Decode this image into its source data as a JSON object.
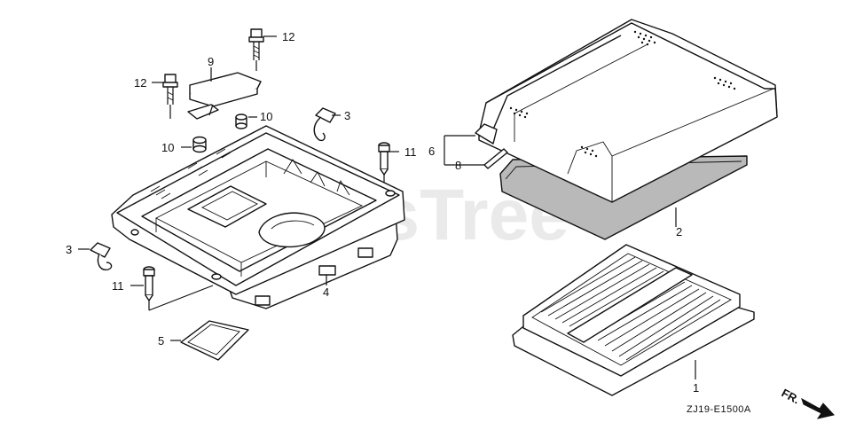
{
  "watermark": "PartsTree",
  "diagram_code": "ZJ19-E1500A",
  "direction_label": "FR.",
  "callouts": [
    {
      "id": "c12a",
      "text": "12"
    },
    {
      "id": "c9",
      "text": "9"
    },
    {
      "id": "c12b",
      "text": "12"
    },
    {
      "id": "c10a",
      "text": "10"
    },
    {
      "id": "c10b",
      "text": "10"
    },
    {
      "id": "c3a",
      "text": "3"
    },
    {
      "id": "c11a",
      "text": "11"
    },
    {
      "id": "c6",
      "text": "6"
    },
    {
      "id": "c8",
      "text": "8"
    },
    {
      "id": "c3b",
      "text": "3"
    },
    {
      "id": "c11b",
      "text": "11"
    },
    {
      "id": "c4",
      "text": "4"
    },
    {
      "id": "c5",
      "text": "5"
    },
    {
      "id": "c2",
      "text": "2"
    },
    {
      "id": "c1",
      "text": "1"
    }
  ]
}
